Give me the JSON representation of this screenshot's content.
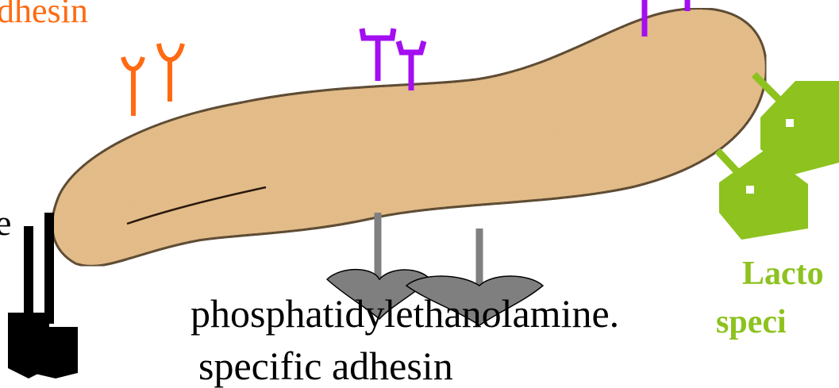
{
  "labels": {
    "adhesin_top": "dhesin",
    "left_fragment": "e",
    "phosphatidylethanolamine": "phosphatidylethanolamine.",
    "specific_adhesin": "specific adhesin",
    "lacto": "Lacto",
    "speci": "speci"
  },
  "colors": {
    "bacterium_fill": "#e8c08c",
    "bacterium_stroke": "#2a1a0c",
    "orange_adhesin": "#ff6a13",
    "purple_adhesin": "#a30ff0",
    "gray_receptor": "#808080",
    "green_sugar": "#8dc21f",
    "black_arrow": "#000000"
  }
}
